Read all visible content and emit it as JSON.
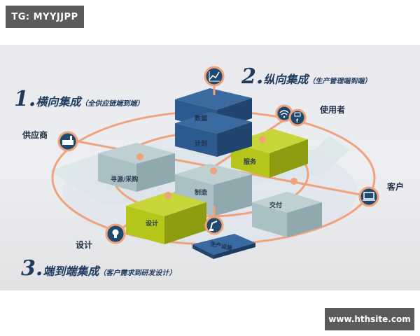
{
  "watermarks": {
    "top": "TG: MYYJJPP",
    "bottom": "www.hthsite.com"
  },
  "titles": [
    {
      "num": "1.",
      "main": "横向集成",
      "sub": "（全供应链端到端）"
    },
    {
      "num": "2.",
      "main": "纵向集成",
      "sub": "（生产管理端到端）"
    },
    {
      "num": "3.",
      "main": "端到端集成",
      "sub": "（客户需求到研发设计）"
    }
  ],
  "nodes": {
    "supplier": {
      "label": "供应商",
      "icon": "factory-icon"
    },
    "user": {
      "label": "使用者",
      "icon": "wifi-icon"
    },
    "customer": {
      "label": "客户",
      "icon": "laptop-icon"
    },
    "design": {
      "label": "设计",
      "icon": "lightbulb-icon"
    },
    "robot": {
      "icon": "robot-arm-icon"
    },
    "chart": {
      "icon": "line-chart-icon"
    },
    "social": {
      "icon": "social-chat-icon"
    }
  },
  "boxes": {
    "data": "数据",
    "plan": "计划",
    "service": "服务",
    "sourcing": "寻源/采购",
    "manufacturing": "制造",
    "delivery": "交付",
    "design": "设计",
    "facility": "生产设施"
  },
  "colors": {
    "navy": "#2d5a8e",
    "lime": "#b5c61a",
    "grey_box": "#a9c1c5",
    "orange_line": "#f0a27a",
    "icon_bg": "#1d4a6e",
    "text": "#1e3a5f"
  }
}
